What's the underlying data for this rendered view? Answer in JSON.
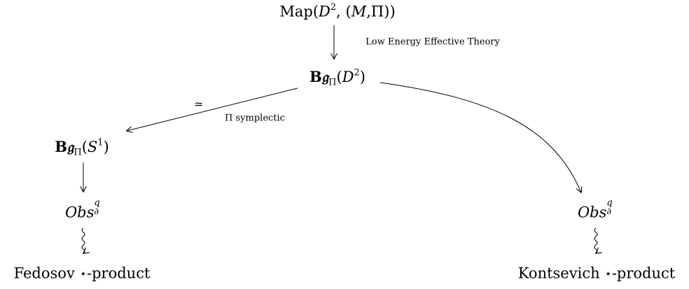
{
  "nodes": {
    "map": {
      "fn": "Map",
      "open": "(",
      "D": "D",
      "two": "2",
      "sep": ", ",
      "M": "M",
      "comma": ",",
      "Pi": "Π",
      "close": "))"
    },
    "bg_disk": {
      "B": "B",
      "g": "𝔤",
      "Pi": "Π",
      "open": "(",
      "D": "D",
      "two": "2",
      "close": ")"
    },
    "bg_circle": {
      "B": "B",
      "g": "𝔤",
      "Pi": "Π",
      "open": "(",
      "S": "S",
      "one": "1",
      "close": ")"
    },
    "obs_left": {
      "Obs": "Obs",
      "q": "q",
      "partial": "∂"
    },
    "obs_right": {
      "Obs": "Obs",
      "q": "q",
      "partial": "∂"
    },
    "fedosov": {
      "name": "Fedosov",
      "star": "⋆",
      "suffix": "-product"
    },
    "kontsevich": {
      "name": "Kontsevich",
      "star": "⋆",
      "suffix": "-product"
    }
  },
  "labels": {
    "low_energy": "Low Energy Effective Theory",
    "simeq": "≃",
    "pi_symplectic": "Π symplectic"
  }
}
